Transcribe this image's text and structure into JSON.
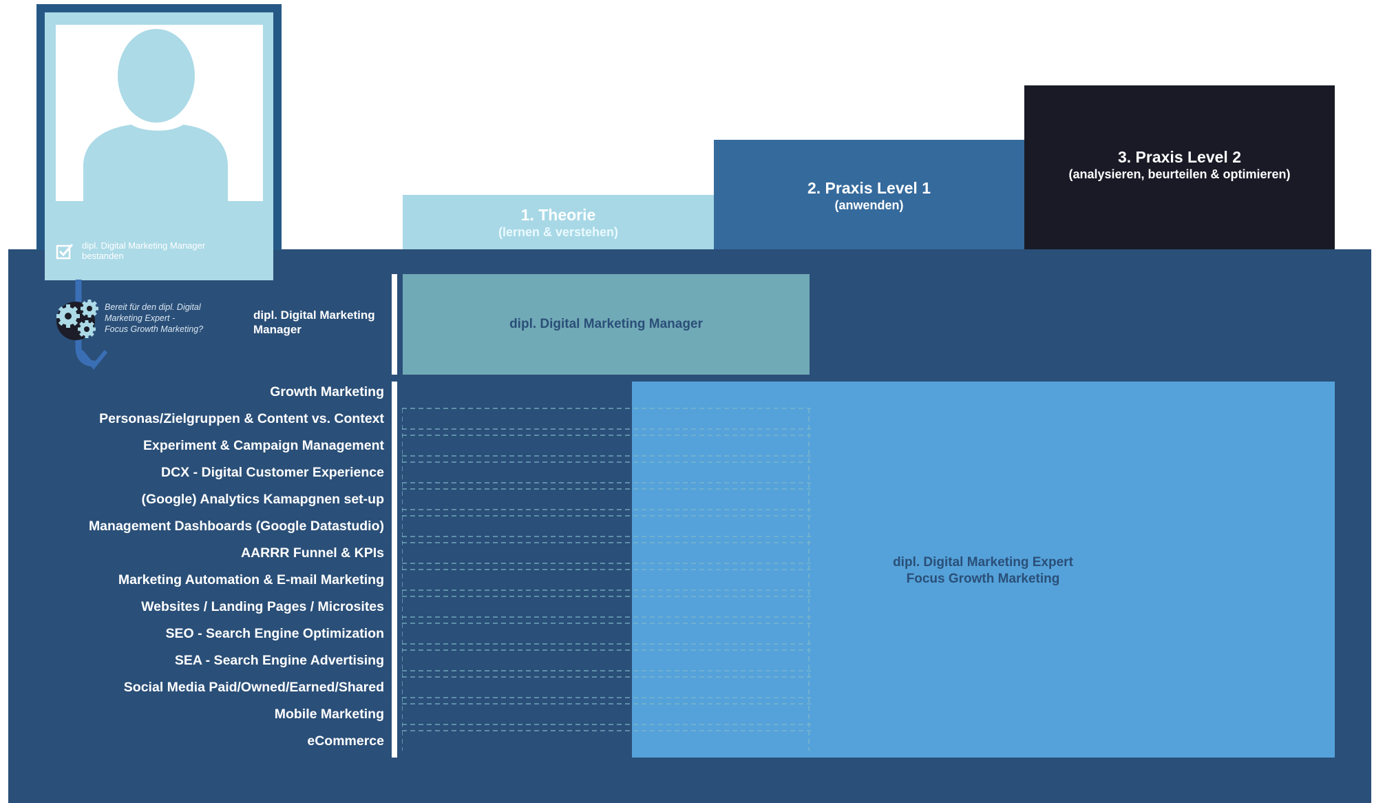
{
  "levels": [
    {
      "title": "1. Theorie",
      "subtitle": "(lernen & verstehen)"
    },
    {
      "title": "2. Praxis Level 1",
      "subtitle": "(anwenden)"
    },
    {
      "title": "3. Praxis Level 2",
      "subtitle": "(analysieren, beurteilen & optimieren)"
    }
  ],
  "profile": {
    "passed_line1": "dipl. Digital Marketing Manager",
    "passed_line2": "bestanden"
  },
  "question": {
    "line1": "Bereit für den  dipl. Digital",
    "line2": "Marketing Expert -",
    "line3": "Focus Growth Marketing?"
  },
  "manager_row": {
    "label_line1": "dipl. Digital Marketing",
    "label_line2": "Manager",
    "box_text": "dipl. Digital Marketing Manager"
  },
  "topics": [
    "Growth Marketing",
    "Personas/Zielgruppen & Content vs. Context",
    "Experiment & Campaign Management",
    "DCX - Digital Customer Experience",
    "(Google) Analytics Kamapgnen set-up",
    "Management Dashboards (Google Datastudio)",
    "AARRR Funnel & KPIs",
    "Marketing Automation & E-mail Marketing",
    "Websites / Landing Pages / Microsites",
    "SEO - Search Engine Optimization",
    "SEA - Search Engine Advertising",
    "Social Media Paid/Owned/Earned/Shared",
    "Mobile Marketing",
    "eCommerce"
  ],
  "expert_box": {
    "line1": "dipl. Digital Marketing Expert",
    "line2": "Focus Growth Marketing"
  },
  "colors": {
    "main_panel": "#2a4f78",
    "theorie": "#a8d8e6",
    "praxis1": "#356a9c",
    "praxis2": "#191a26",
    "manager_box": "#71aab7",
    "expert_box": "#55a2da"
  }
}
